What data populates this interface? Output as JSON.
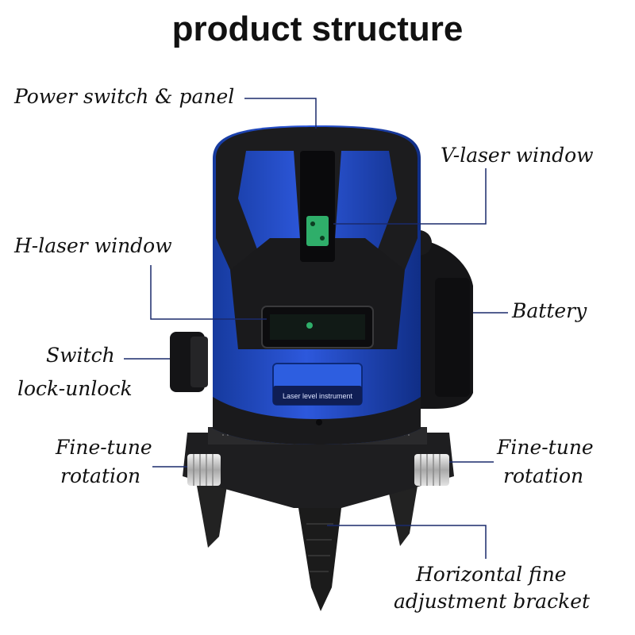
{
  "title": "product structure",
  "labels": {
    "power_switch": "Power switch & panel",
    "v_laser": "V-laser window",
    "h_laser": "H-laser window",
    "battery": "Battery",
    "switch_line1": "Switch",
    "switch_line2": "lock-unlock",
    "fine_tune_left_line1": "Fine-tune",
    "fine_tune_left_line2": "rotation",
    "fine_tune_right_line1": "Fine-tune",
    "fine_tune_right_line2": "rotation",
    "bracket_line1": "Horizontal fine",
    "bracket_line2": "adjustment bracket"
  },
  "device": {
    "nameplate": "Laser level instrument"
  },
  "colors": {
    "body_blue": "#2449c8",
    "body_black": "#1c1c1e",
    "leader_line": "#1a2a6c",
    "laser_green": "#2fae6a"
  }
}
